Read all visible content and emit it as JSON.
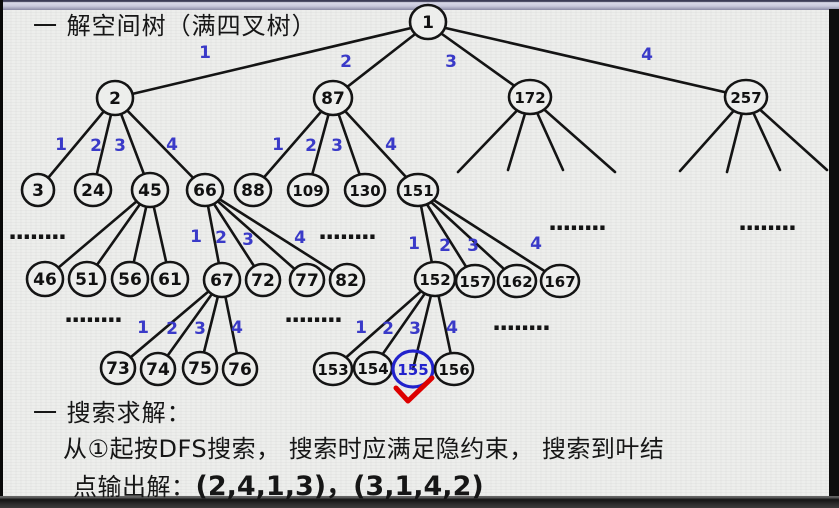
{
  "title": "一 解空间树（满四叉树）",
  "tree": {
    "nodes": {
      "n1": "1",
      "n2": "2",
      "n87": "87",
      "n172": "172",
      "n257": "257",
      "n3": "3",
      "n24": "24",
      "n45": "45",
      "n66": "66",
      "n88": "88",
      "n109": "109",
      "n130": "130",
      "n151": "151",
      "n46": "46",
      "n51": "51",
      "n56": "56",
      "n61": "61",
      "n67": "67",
      "n72": "72",
      "n77": "77",
      "n82": "82",
      "n152": "152",
      "n157": "157",
      "n162": "162",
      "n167": "167",
      "n73": "73",
      "n74": "74",
      "n75": "75",
      "n76": "76",
      "n153": "153",
      "n154": "154",
      "n155": "155",
      "n156": "156"
    },
    "edge_labels": {
      "e1": "1",
      "e2": "2",
      "e3": "3",
      "e4": "4"
    },
    "ellipsis": "........",
    "highlighted_node": "155"
  },
  "search": {
    "heading": "一 搜索求解：",
    "line1": "从①起按DFS搜索， 搜索时应满足隐约束， 搜索到叶结",
    "line2_label": "点输出解：",
    "solutions": "(2,4,1,3)，(3,1,4,2)"
  },
  "colors": {
    "edge_label_blue": "#3a3ac8",
    "highlight_blue": "#2222cc",
    "checkmark_red": "#dd0000",
    "ink": "#141414",
    "paper": "#edeeec"
  }
}
